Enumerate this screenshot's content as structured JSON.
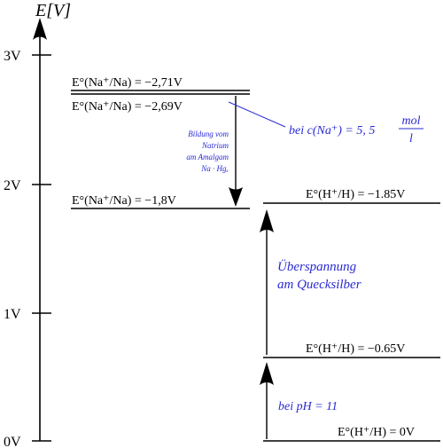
{
  "axis": {
    "title": "E[V]",
    "ticks": [
      "3V",
      "2V",
      "1V",
      "0V"
    ]
  },
  "levels": {
    "na_std": "E°(Na⁺/Na) = −2,71V",
    "na_conc": "E°(Na⁺/Na) = −2,69V",
    "na_amalgam": "E°(Na⁺/Na) = −1,8V",
    "h_hg": "E°(H⁺/H) = −1.85V",
    "h_ph11": "E°(H⁺/H) = −0.65V",
    "h_std": "E°(H⁺/H) = 0V"
  },
  "annotations": {
    "concentration_prefix": "bei c(Na⁺) = 5, 5",
    "concentration_num": "mol",
    "concentration_den": "l",
    "amalgam": [
      "Bildung vom",
      "Natrium",
      "am Amalgam",
      "Na · Hgₓ"
    ],
    "overpotential": [
      "Überspannung",
      "am Quecksilber"
    ],
    "ph": "bei pH = 11"
  },
  "colors": {
    "ink": "#000000",
    "annotation": "#2a2ad6"
  }
}
